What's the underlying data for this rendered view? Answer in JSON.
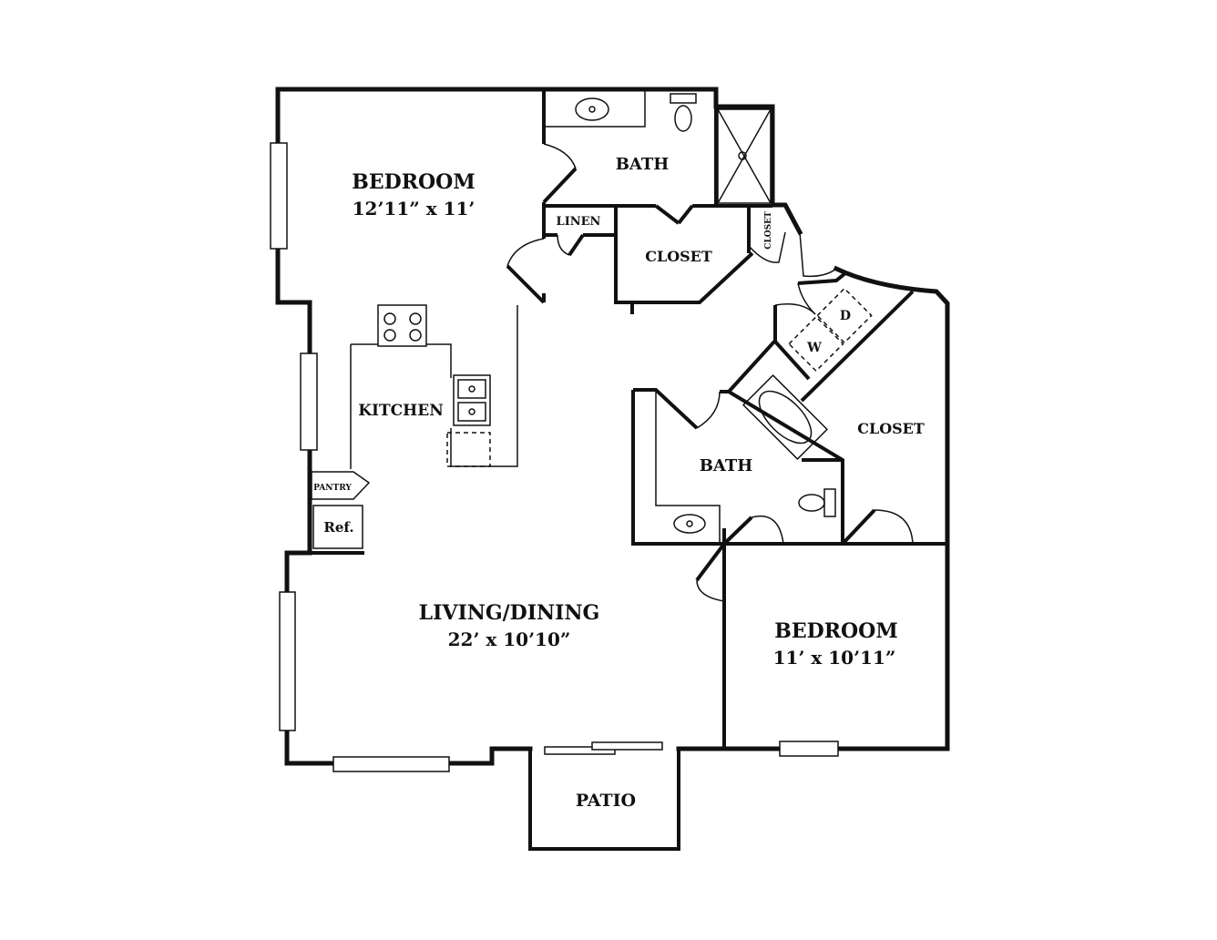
{
  "rooms": {
    "bedroom1": {
      "name": "BEDROOM",
      "size": "12’11” x 11’"
    },
    "bath1": {
      "name": "BATH"
    },
    "linen": {
      "name": "LINEN"
    },
    "closet1": {
      "name": "CLOSET"
    },
    "closet_small": {
      "name": "CLOSET"
    },
    "kitchen": {
      "name": "KITCHEN"
    },
    "pantry": {
      "name": "PANTRY"
    },
    "ref": {
      "name": "Ref."
    },
    "washer": {
      "name": "W"
    },
    "dryer": {
      "name": "D"
    },
    "bath2": {
      "name": "BATH"
    },
    "closet2": {
      "name": "CLOSET"
    },
    "living": {
      "name": "LIVING/DINING",
      "size": "22’ x 10’10”"
    },
    "bedroom2": {
      "name": "BEDROOM",
      "size": "11’ x 10’11”"
    },
    "patio": {
      "name": "PATIO"
    }
  }
}
